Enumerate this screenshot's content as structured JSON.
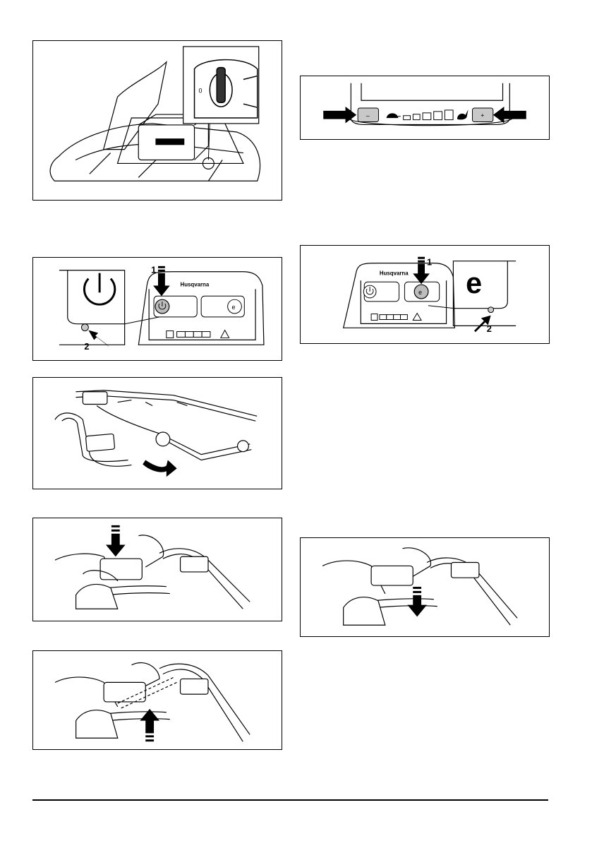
{
  "figures": {
    "battery": {},
    "speed_panel": {
      "minus": "–",
      "plus": "+"
    },
    "power_button": {
      "brand": "Husqvarna",
      "callout_1": "1",
      "callout_2": "2"
    },
    "eco_button": {
      "brand": "Husqvarna",
      "callout_1": "1",
      "callout_2": "2"
    },
    "handle_fold": {},
    "handle_press_down_left": {},
    "handle_release_right": {},
    "handle_lift": {}
  },
  "icons": [
    "arrow-icon",
    "power-icon",
    "eco-icon",
    "turtle-icon",
    "rabbit-icon",
    "warning-icon",
    "key-icon"
  ],
  "colors": {
    "line": "#000000",
    "button_fill": "#bdbdbd",
    "panel_gray": "#d8d8d8"
  }
}
